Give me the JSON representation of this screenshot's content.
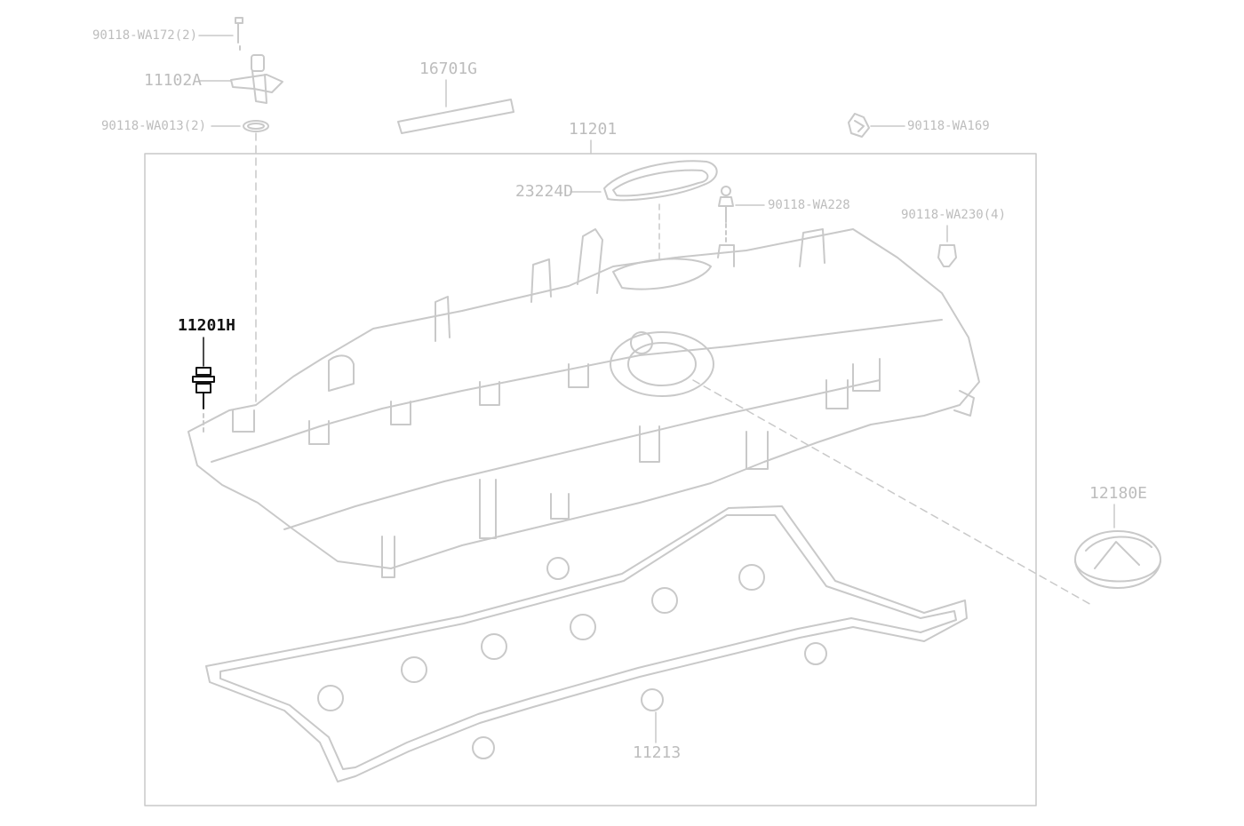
{
  "colors": {
    "line": "#c9c9c9",
    "text": "#bdbdbd",
    "highlight": "#111111",
    "background": "#ffffff"
  },
  "callouts": {
    "p90118_wa172": "90118-WA172(2)",
    "p11102a": "11102A",
    "p90118_wa013": "90118-WA013(2)",
    "p16701g": "16701G",
    "p11201": "11201",
    "p90118_wa169": "90118-WA169",
    "p23224d": "23224D",
    "p90118_wa228": "90118-WA228",
    "p90118_wa230": "90118-WA230(4)",
    "p11201h": "11201H",
    "p12180e": "12180E",
    "p11213": "11213"
  },
  "highlighted_part": "11201H"
}
